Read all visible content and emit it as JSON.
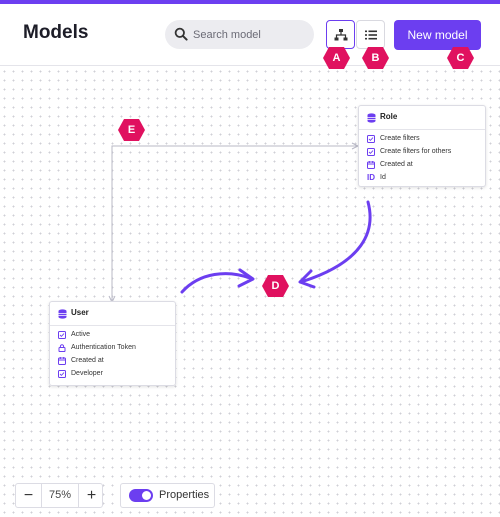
{
  "header": {
    "title": "Models",
    "search": {
      "placeholder": "Search model",
      "value": ""
    },
    "view_modes": [
      {
        "name": "diagram-view",
        "icon": "diagram-icon",
        "active": true
      },
      {
        "name": "list-view",
        "icon": "list-icon",
        "active": false
      }
    ],
    "new_model_label": "New model"
  },
  "annotations": {
    "A": "A",
    "B": "B",
    "C": "C",
    "D": "D",
    "E": "E"
  },
  "models": {
    "role": {
      "title": "Role",
      "icon": "database-icon",
      "fields": [
        {
          "label": "Create filters",
          "icon": "checkbox-icon"
        },
        {
          "label": "Create filters for others",
          "icon": "checkbox-icon"
        },
        {
          "label": "Created at",
          "icon": "calendar-icon"
        },
        {
          "label": "Id",
          "icon": "id-icon"
        }
      ]
    },
    "user": {
      "title": "User",
      "icon": "database-icon",
      "fields": [
        {
          "label": "Active",
          "icon": "checkbox-icon"
        },
        {
          "label": "Authentication Token",
          "icon": "lock-icon"
        },
        {
          "label": "Created at",
          "icon": "calendar-icon"
        },
        {
          "label": "Developer",
          "icon": "checkbox-icon"
        }
      ]
    }
  },
  "footer": {
    "zoom_level": "75%",
    "zoom_out_label": "−",
    "zoom_in_label": "+",
    "properties_label": "Properties",
    "properties_enabled": true
  },
  "colors": {
    "accent": "#6c3ef0",
    "marker": "#e0115f",
    "connector": "#b8b8c6"
  }
}
